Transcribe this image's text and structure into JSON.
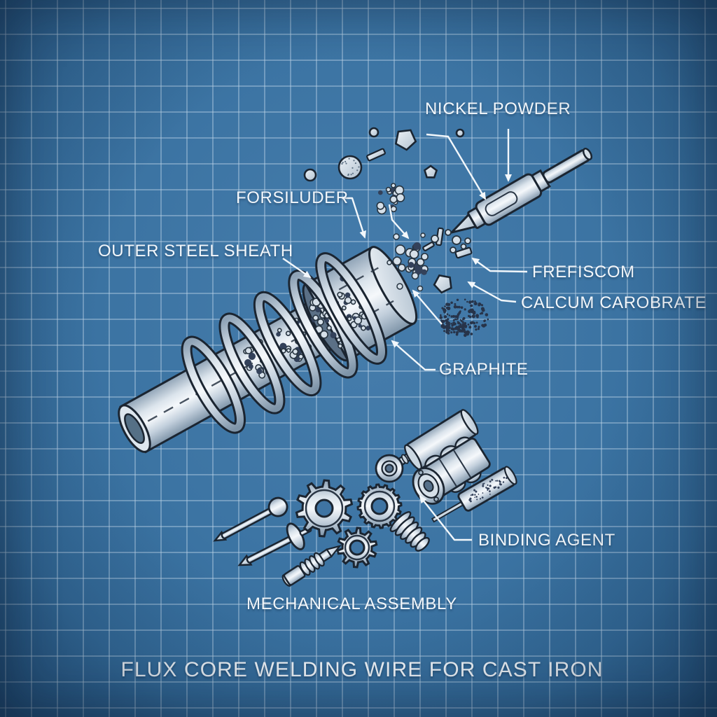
{
  "title": "FLUX CORE WELDING WIRE FOR CAST IRON",
  "labels": {
    "nickel_powder": "NICKEL POWDER",
    "forsiluder": "FORSILUDER",
    "outer_steel_sheath": "OUTER STEEL SHEATH",
    "frefiscom": "FREFISCOM",
    "calcum_carobrate": "CALCUM CAROBRATE",
    "graphite": "GRAPHITE",
    "binding_agent": "BINDING AGENT",
    "mechanical_assembly": "MECHANICAL ASSEMBLY"
  },
  "style": {
    "background": "#3c74a3",
    "grid_line": "#bcd3e7",
    "outline": "#1b2531",
    "metal_light": "#f5f8fb",
    "metal_mid": "#c2cfdc",
    "metal_shadow": "#7e94a8",
    "interior_dark": "#5b7086",
    "granule_fill": "#d6e0e9",
    "granule_stroke": "#26333f",
    "speck_dark": "#33415a",
    "graphite_color": "#27344a",
    "leader_color": "#f2f7fb",
    "label_color": "#f3f7fb"
  }
}
